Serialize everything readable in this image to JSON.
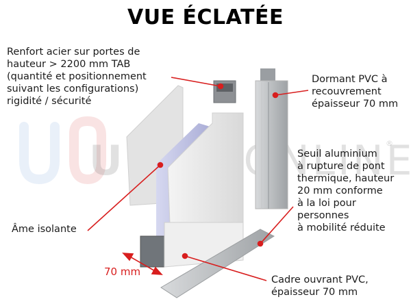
{
  "title": "VUE ÉCLATÉE",
  "watermark": {
    "logo": "UO",
    "text_bold": "USINE",
    "text_light": "ONLINE",
    "registered": "®"
  },
  "labels": {
    "renfort": "Renfort acier sur portes de\nhauteur > 2200 mm TAB\n(quantité et positionnement\nsuivant les configurations)\nrigidité / sécurité",
    "dormant": "Dormant PVC à\nrecouvrement\népaisseur 70 mm",
    "seuil": "Seuil aluminium\nà rupture de pont\nthermique, hauteur\n20 mm conforme\nà la loi pour\npersonnes\nà mobilité réduite",
    "ame": "Âme isolante",
    "cadre": "Cadre ouvrant PVC,\népaisseur 70 mm",
    "dimension": "70 mm"
  },
  "colors": {
    "leader_line": "#d81e1e",
    "insulation": "#c9cbe8",
    "pvc": "#eeeeee",
    "aluminium": "#b9bcbf"
  }
}
